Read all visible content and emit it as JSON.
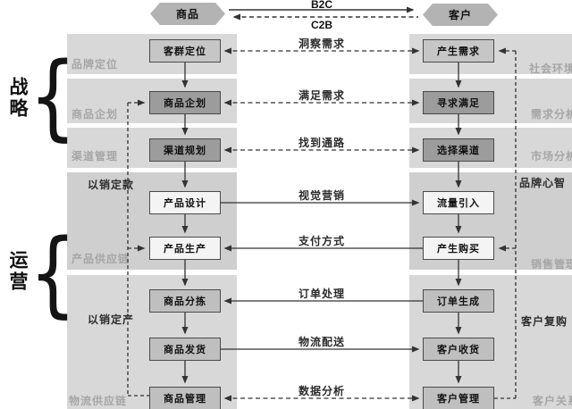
{
  "header": {
    "product": "商品",
    "customer": "客户",
    "forward_label": "B2C",
    "backward_label": "C2B"
  },
  "groups": {
    "strategy": "战略",
    "operations": "运营"
  },
  "left_bands": {
    "band1": "品牌定位",
    "band2": "商品企划",
    "band3": "渠道管理",
    "band4_top": "以销定款",
    "band4_bottom": "产品供应链",
    "band5_top": "以销定产",
    "band5_bottom": "物流供应链"
  },
  "right_bands": {
    "band1": "社会环境",
    "band2": "需求分析",
    "band3": "市场分析",
    "band4_top": "品牌心智",
    "band4_bottom": "销售管理",
    "band5_top": "客户复购",
    "band5_bottom": "客户关系"
  },
  "rows": [
    {
      "left": "客群定位",
      "label": "洞察需求",
      "right": "产生需求"
    },
    {
      "left": "商品企划",
      "label": "满足需求",
      "right": "寻求满足"
    },
    {
      "left": "渠道规划",
      "label": "找到通路",
      "right": "选择渠道"
    },
    {
      "left": "产品设计",
      "label": "视觉营销",
      "right": "流量引入"
    },
    {
      "left": "产品生产",
      "label": "支付方式",
      "right": "产生购买"
    },
    {
      "left": "商品分拣",
      "label": "订单处理",
      "right": "订单生成"
    },
    {
      "left": "商品发货",
      "label": "物流配送",
      "right": "客户收货"
    },
    {
      "left": "商品管理",
      "label": "数据分析",
      "right": "客户管理"
    }
  ],
  "colors": {
    "band": "#d8d8d8",
    "band_dark": "#cfcfcf",
    "box_light": "#c6c6c6",
    "box_dark": "#9c9c9c",
    "box_white": "#f4f4f4",
    "box_mid": "#bfbfbf",
    "line": "#333333",
    "muted_label": "#a6a6a6"
  }
}
